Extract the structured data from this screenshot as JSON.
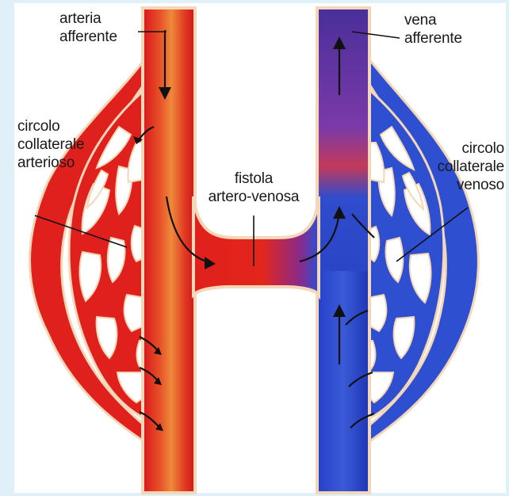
{
  "labels": {
    "arteria_afferente": "arteria\nafferente",
    "vena_afferente": "vena\nafferente",
    "circolo_arterioso": "circolo\ncollaterale\narterioso",
    "circolo_venoso": "circolo\ncollaterale\nvenoso",
    "fistola": "fistola\nartero-venosa"
  },
  "colors": {
    "background_frame": "#dff0f9",
    "artery": "#e0201c",
    "artery_core": "#ee8a3a",
    "vein": "#2d4fd0",
    "vein_core": "#6a3aa8",
    "vessel_wall": "#f4d7b8",
    "arrow": "#111111"
  }
}
